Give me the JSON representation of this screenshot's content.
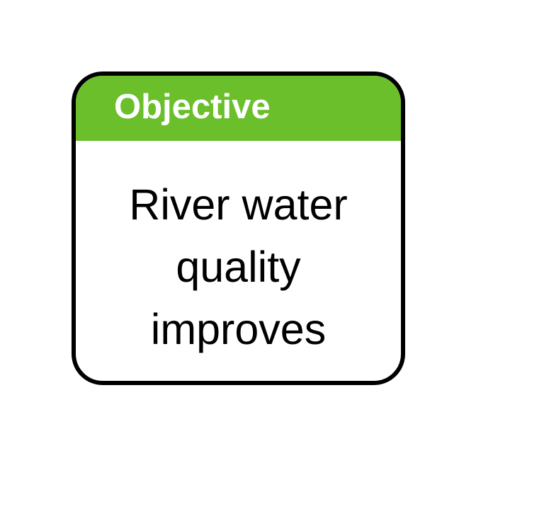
{
  "card": {
    "title": "Objective",
    "lines": [
      "River water",
      "quality",
      "improves"
    ],
    "header_color": "#6abf2b",
    "border_color": "#000000"
  }
}
